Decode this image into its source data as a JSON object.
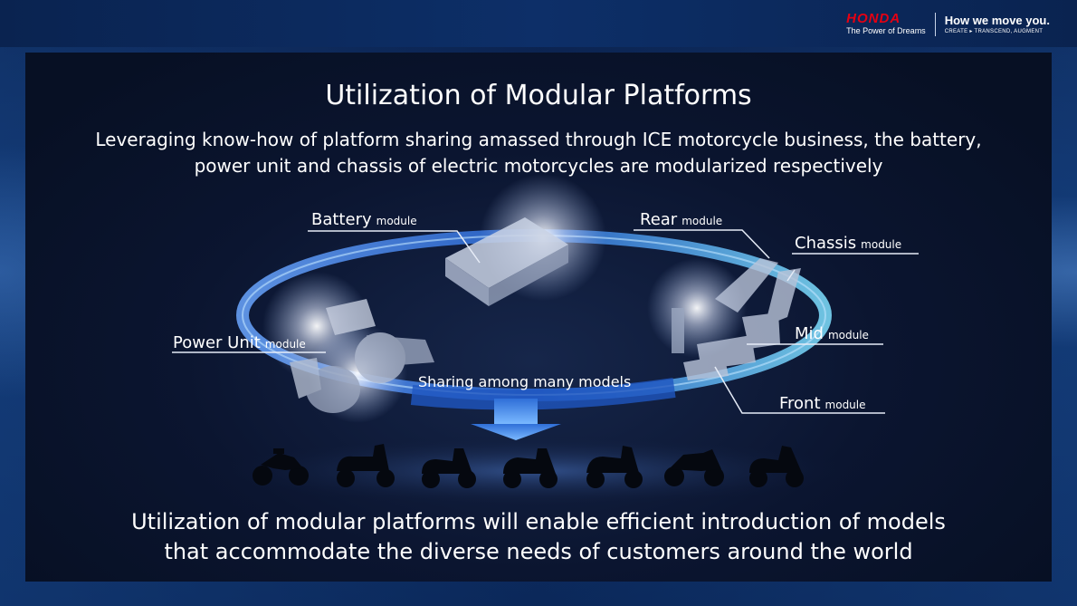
{
  "header": {
    "logo": "HONDA",
    "logo_tagline": "The Power of Dreams",
    "motto": "How we move you.",
    "submotto": "CREATE ▸ TRANSCEND, AUGMENT"
  },
  "slide": {
    "title": "Utilization of Modular Platforms",
    "subtitle_line1": "Leveraging know-how of platform sharing amassed through ICE motorcycle business, the battery,",
    "subtitle_line2": "power unit and chassis of electric motorcycles are modularized respectively",
    "conclusion_line1": "Utilization of modular platforms will enable efficient introduction of models",
    "conclusion_line2": "that accommodate the diverse needs of customers around the world"
  },
  "diagram": {
    "center_label": "Sharing among many models",
    "modules": [
      {
        "name": "Battery",
        "suffix": "module"
      },
      {
        "name": "Rear",
        "suffix": "module"
      },
      {
        "name": "Chassis",
        "suffix": "module"
      },
      {
        "name": "Power Unit",
        "suffix": "module"
      },
      {
        "name": "Mid",
        "suffix": "module"
      },
      {
        "name": "Front",
        "suffix": "module"
      }
    ],
    "vehicle_icons": [
      "offroad-bike-icon",
      "scooter-icon",
      "scooter-icon",
      "scooter-icon",
      "scooter-icon",
      "sport-bike-icon",
      "scooter-icon"
    ]
  },
  "colors": {
    "ring": "#2a6fd6",
    "ring_glow": "#6fb8ff",
    "honda_red": "#e60012",
    "panel": "#0b1530"
  }
}
